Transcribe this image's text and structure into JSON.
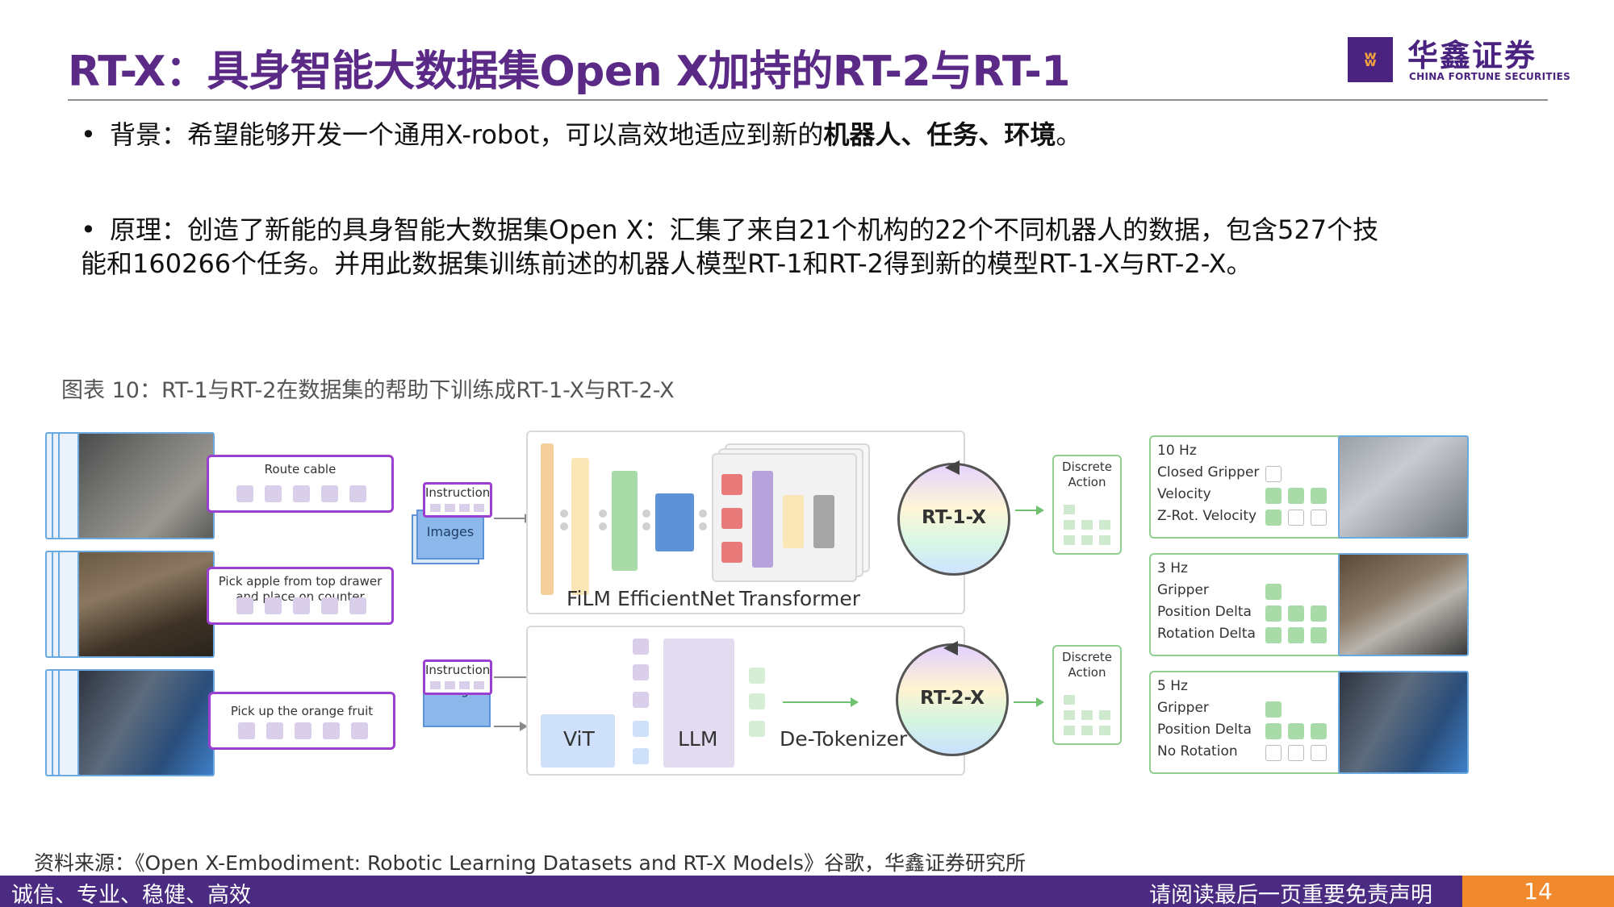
{
  "header": {
    "title": "RT-X：具身智能大数据集Open X加持的RT-2与RT-1",
    "logo_cn": "华鑫证券",
    "logo_en": "CHINA FORTUNE SECURITIES"
  },
  "bullets": {
    "b1_label": "背景：希望能够开发一个通用X-robot，可以高效地适应到新的",
    "b1_bold": "机器人、任务、环境",
    "b1_end": "。",
    "b2_line1": "原理：创造了新能的具身智能大数据集Open X：汇集了来自21个机构的22个不同机器人的数据，包含527个技",
    "b2_line2": "能和160266个任务。并用此数据集训练前述的机器人模型RT-1和RT-2得到新的模型RT-1-X与RT-2-X。",
    "dot": "•"
  },
  "figure": {
    "caption": "图表 10：RT-1与RT-2在数据集的帮助下训练成RT-1-X与RT-2-X",
    "tasks": [
      "Route cable",
      "Pick apple from top drawer and place on counter",
      "Pick up the orange fruit"
    ],
    "instruction_label": "Instruction",
    "images_label": "Images",
    "image_label": "Image",
    "film_label": "FiLM EfficientNet",
    "transformer_label": "Transformer",
    "vit_label": "ViT",
    "llm_label": "LLM",
    "detok_label": "De-Tokenizer",
    "rt1x_label": "RT-1-X",
    "rt2x_label": "RT-2-X",
    "discrete_label": "Discrete Action",
    "outputs": [
      {
        "lines": [
          "10 Hz",
          "Closed Gripper",
          "Velocity",
          "Z-Rot. Velocity"
        ]
      },
      {
        "lines": [
          "3 Hz",
          "Gripper",
          "Position Delta",
          "Rotation Delta"
        ]
      },
      {
        "lines": [
          "5 Hz",
          "Gripper",
          "Position Delta",
          "No Rotation"
        ]
      }
    ]
  },
  "source": "资料来源：《Open X-Embodiment: Robotic Learning Datasets and RT-X Models》谷歌，华鑫证券研究所",
  "footer": {
    "left": "诚信、专业、稳健、高效",
    "right": "请阅读最后一页重要免责声明",
    "page": "14"
  }
}
